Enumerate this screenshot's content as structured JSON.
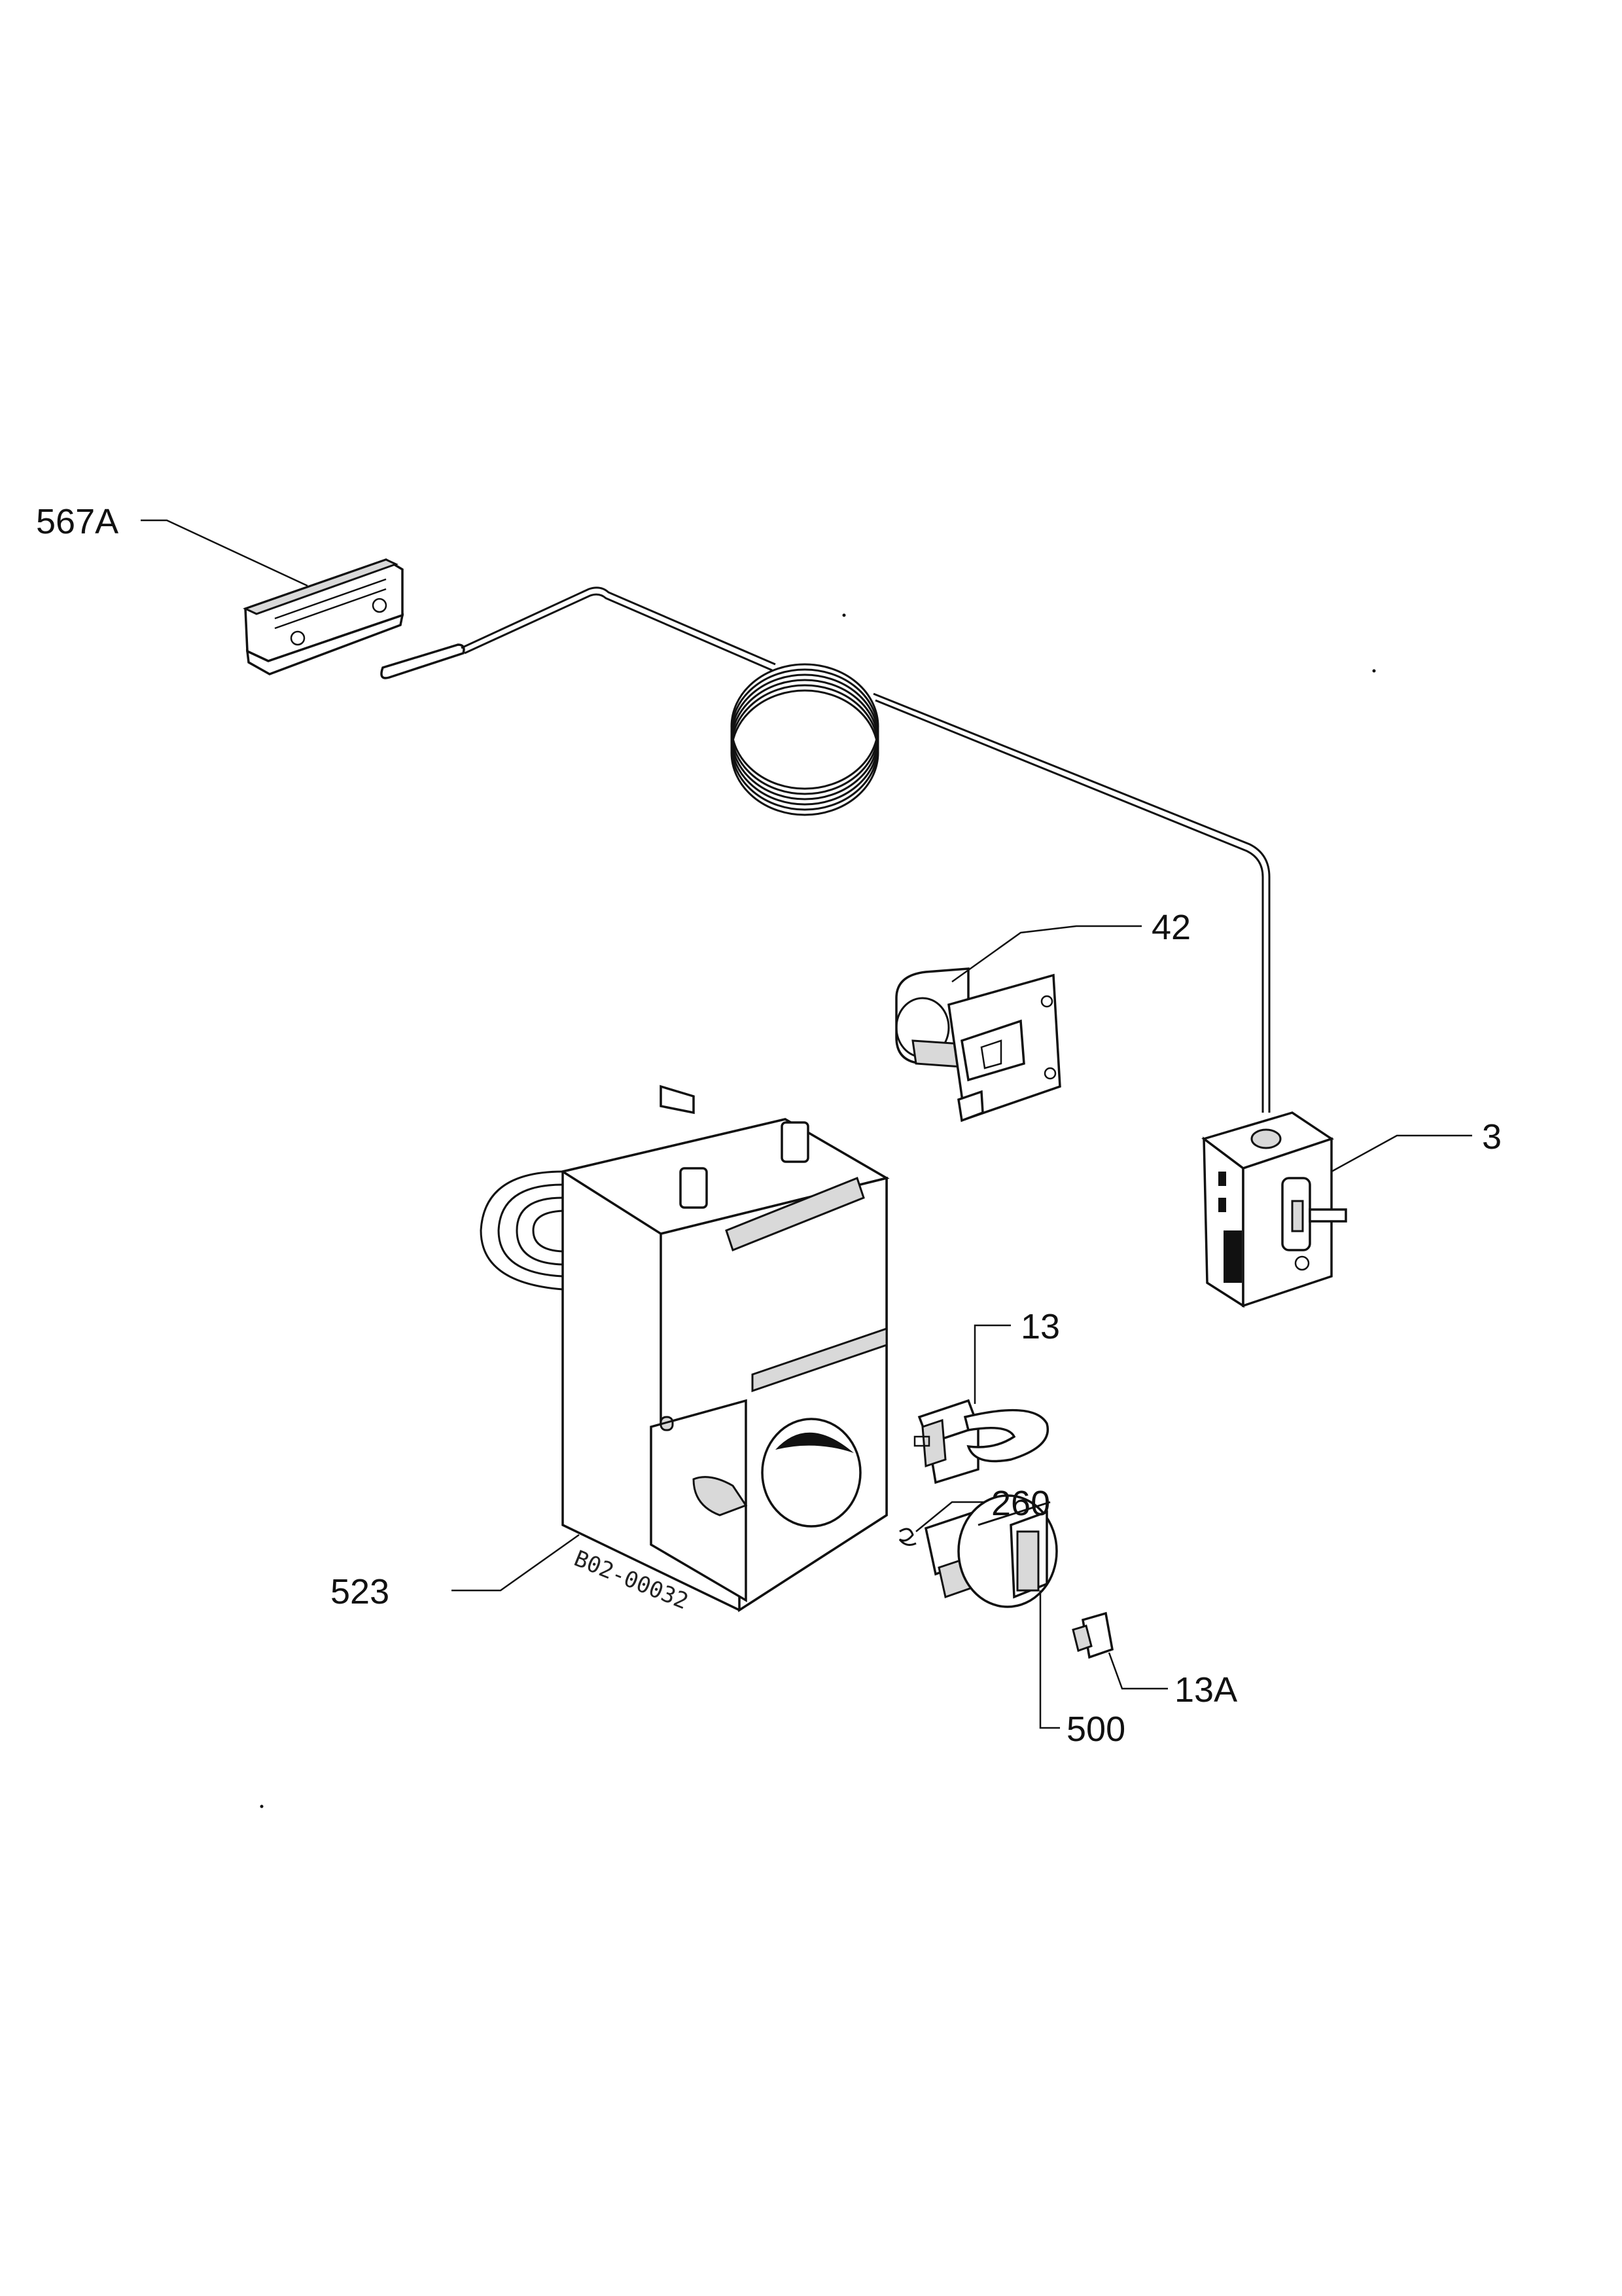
{
  "diagram": {
    "stamp_text": "B02-00032",
    "callouts": [
      {
        "id": "567a",
        "label": "567A"
      },
      {
        "id": "42",
        "label": "42"
      },
      {
        "id": "3",
        "label": "3"
      },
      {
        "id": "13",
        "label": "13"
      },
      {
        "id": "260",
        "label": "260"
      },
      {
        "id": "523",
        "label": "523"
      },
      {
        "id": "13a",
        "label": "13A"
      },
      {
        "id": "500",
        "label": "500"
      }
    ]
  }
}
